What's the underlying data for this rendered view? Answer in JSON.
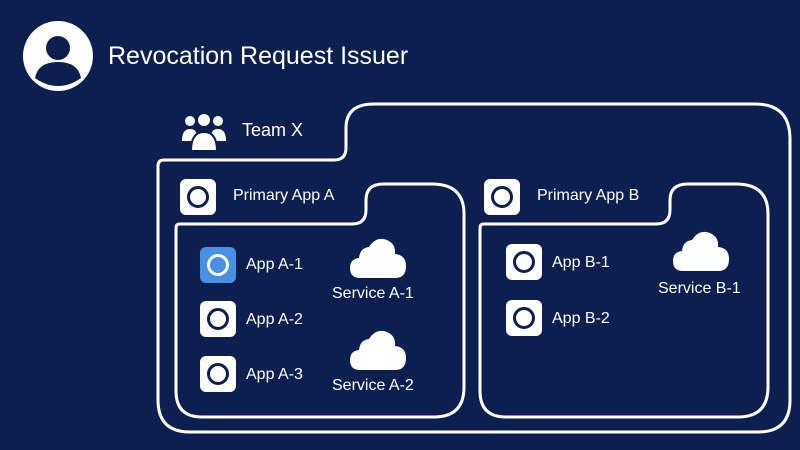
{
  "colors": {
    "background": "#0d1f4f",
    "foreground": "#ffffff",
    "selected_app": "#4a90e2"
  },
  "issuer": {
    "label": "Revocation Request Issuer",
    "icon": "user-avatar-icon"
  },
  "team": {
    "label": "Team X",
    "icon": "team-group-icon"
  },
  "primary_apps": [
    {
      "label": "Primary App A",
      "apps": [
        {
          "label": "App A-1",
          "selected": true
        },
        {
          "label": "App A-2",
          "selected": false
        },
        {
          "label": "App A-3",
          "selected": false
        }
      ],
      "services": [
        {
          "label": "Service A-1"
        },
        {
          "label": "Service A-2"
        }
      ]
    },
    {
      "label": "Primary App B",
      "apps": [
        {
          "label": "App B-1",
          "selected": false
        },
        {
          "label": "App B-2",
          "selected": false
        }
      ],
      "services": [
        {
          "label": "Service B-1"
        }
      ]
    }
  ]
}
